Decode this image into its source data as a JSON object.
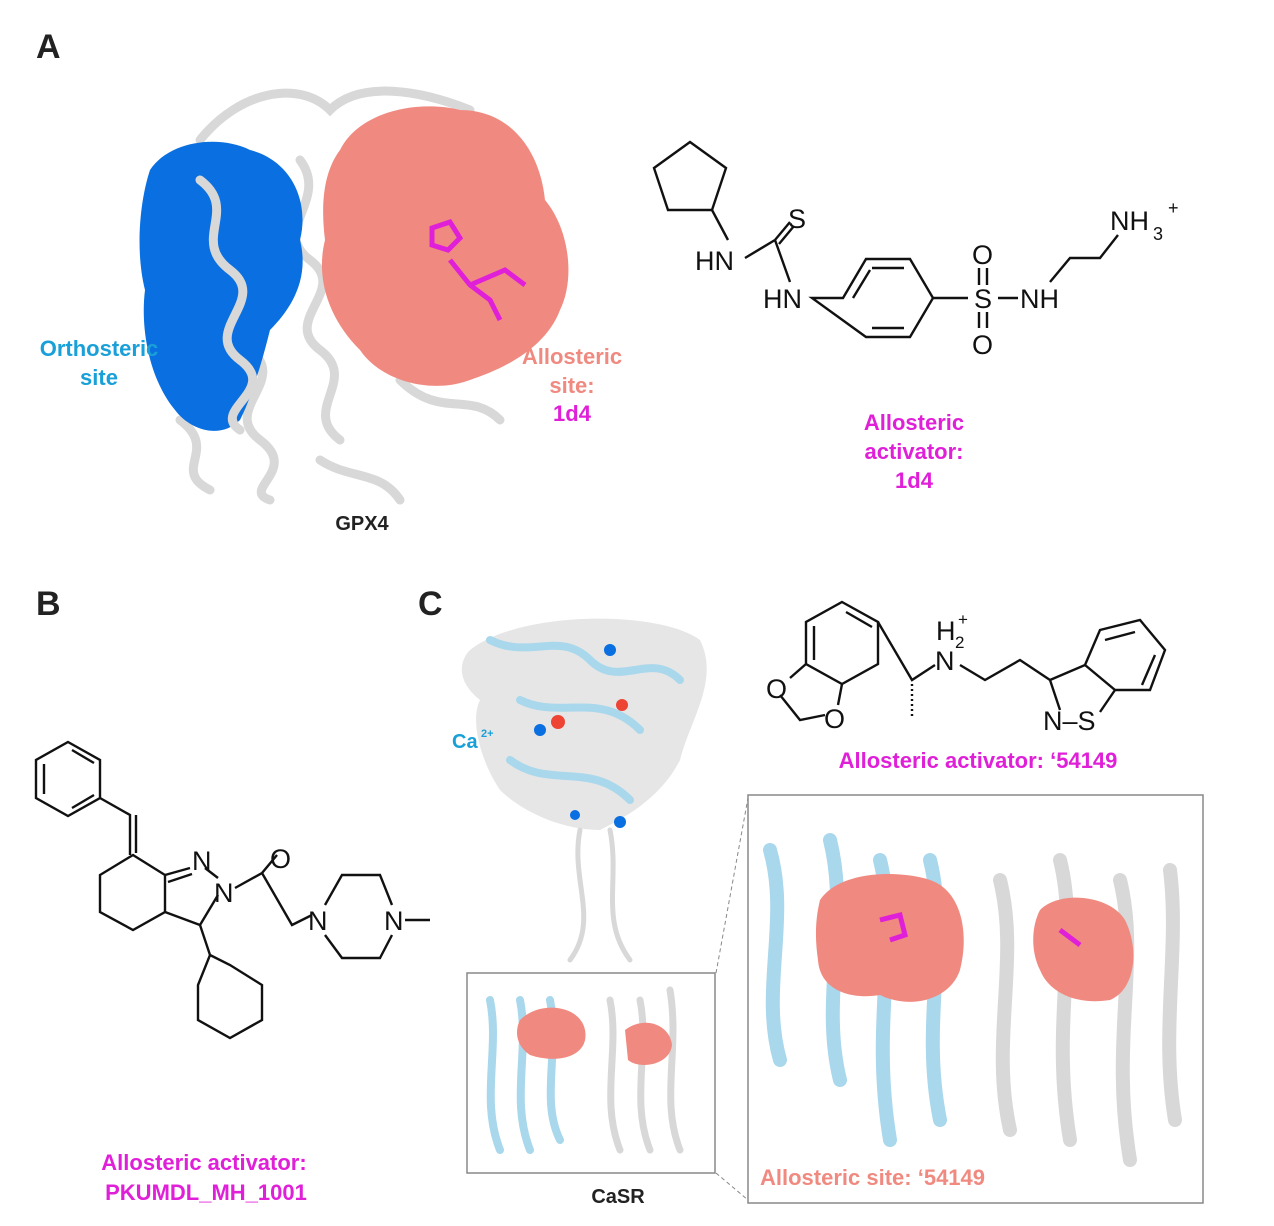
{
  "panels": {
    "a": "A",
    "b": "B",
    "c": "C"
  },
  "panel_a": {
    "orthosteric_line1": "Orthosteric",
    "orthosteric_line2": "site",
    "allosteric_line1": "Allosteric",
    "allosteric_line2": "site:",
    "allosteric_line3": "1d4",
    "protein": "GPX4",
    "activator_line1": "Allosteric",
    "activator_line2": "activator:",
    "activator_line3": "1d4",
    "atoms": {
      "hn1": "HN",
      "s_thio": "S",
      "hn2": "HN",
      "o1": "O",
      "s_sulf": "S",
      "o2": "O",
      "nh": "NH",
      "nh3": "NH",
      "nh3_sub": "3",
      "nh3_sup": "+"
    }
  },
  "panel_b": {
    "activator_line1": "Allosteric activator:",
    "activator_line2": "PKUMDL_MH_1001",
    "atoms": {
      "n1": "N",
      "n2": "N",
      "o": "O",
      "n3": "N",
      "n4": "N"
    }
  },
  "panel_c": {
    "ion": "Ca",
    "ion_charge": "2+",
    "protein": "CaSR",
    "activator": "Allosteric activator: ‘54149",
    "site": "Allosteric site: ‘54149",
    "atoms": {
      "h2": "H",
      "h2_sub": "2",
      "h2_sup": "+",
      "n": "N",
      "o1": "O",
      "o2": "O",
      "ns": "N–S"
    }
  },
  "colors": {
    "orthosteric": "#0a6fe0",
    "allosteric_surface": "#f08a80",
    "ligand": "#e020d8",
    "cyan_label": "#1aa0d8",
    "light_blue": "#a8d8ec"
  }
}
